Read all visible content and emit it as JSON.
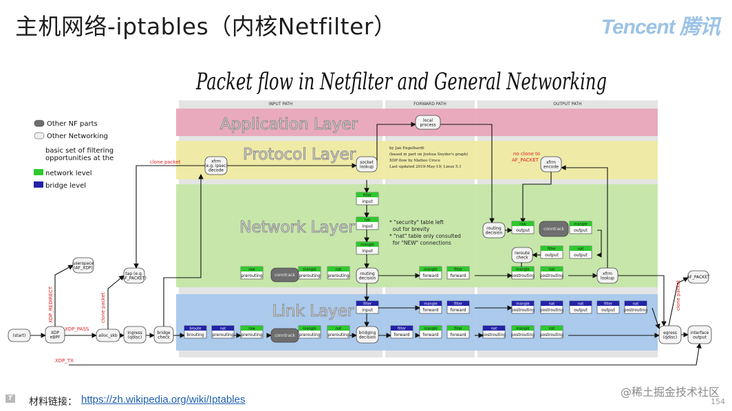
{
  "slide": {
    "title": "主机网络-iptables（内核Netfilter）",
    "brand": "Tencent 腾讯",
    "figure_title": "Packet flow in Netfilter and General Networking",
    "footer_label": "材料链接：",
    "footer_link": "https://zh.wikipedia.org/wiki/Iptables",
    "watermark": "@稀土掘金技术社区",
    "page_number": "154"
  },
  "paths": {
    "input": "INPUT PATH",
    "forward": "FORWARD PATH",
    "output": "OUTPUT PATH"
  },
  "layers": {
    "application": "Application Layer",
    "protocol": "Protocol Layer",
    "network": "Network Layer",
    "link": "Link Layer"
  },
  "legend": {
    "other_nf": "Other NF parts",
    "other_net": "Other Networking",
    "basic1": "basic set of filtering",
    "basic2": "opportunities at the",
    "network": "network level",
    "bridge": "bridge level"
  },
  "credits": [
    "by Jan Engelhardt",
    "(based in part on Joshua Snyder's graph)",
    "XDP flow by Matteo Croce",
    "Last updated 2019-May-19; Linux 5.1"
  ],
  "notes": [
    "* \"security\" table left",
    "  out for brevity",
    "* \"nat\" table only consulted",
    "  for \"NEW\" connections"
  ],
  "side_labels": {
    "xdp_redirect": "XDP_REDIRECT",
    "xdp_pass": "XDP_PASS",
    "xdp_tx": "XDP_TX",
    "clone_packet_left": "clone packet",
    "clone_packet_top": "clone packet",
    "clone_packet_right": "clone packet",
    "no_clone": "no clone to",
    "af_packet": "AF_PACKET"
  },
  "colors": {
    "app_band": "#e9a6ba",
    "proto_band": "#efeaa2",
    "net_band": "#c4e6a6",
    "link_band": "#a8c8ec",
    "green_hdr": "#2fc82f",
    "blue_hdr": "#2323a8",
    "gray_node": "#6e6e6e",
    "red_text": "#e02020"
  },
  "nodes": {
    "start": {
      "l1": "(start)"
    },
    "xdp": {
      "l1": "XDP",
      "l2": "eBPF"
    },
    "alloc_skb": {
      "l1": "alloc_skb"
    },
    "ingress": {
      "l1": "ingress",
      "l2": "(qdisc)"
    },
    "bridge_check": {
      "l1": "bridge",
      "l2": "check"
    },
    "af_xdp": {
      "l1": "userspace",
      "l2": "(AF_XDP)"
    },
    "tap_af_packet": {
      "l1": "tap (e.g.",
      "l2": "AF_PACKET)"
    },
    "xfrm_decode": {
      "l1": "xfrm",
      "l2": "(e.g. ipsec)",
      "l3": "decode"
    },
    "socket_lookup": {
      "l1": "socket",
      "l2": "lookup"
    },
    "local_process": {
      "l1": "local",
      "l2": "process"
    },
    "xfrm_encode": {
      "l1": "xfrm",
      "l2": "encode"
    },
    "routing_decision_out": {
      "l1": "routing",
      "l2": "decision"
    },
    "reroute_check": {
      "l1": "reroute",
      "l2": "check"
    },
    "xfrm_lookup": {
      "l1": "xfrm",
      "l2": "lookup"
    },
    "af_packet_out": {
      "l1": "AF_PACKET"
    },
    "routing_decision_in": {
      "l1": "routing",
      "l2": "decision"
    },
    "bridging_decision": {
      "l1": "bridging",
      "l2": "decision"
    },
    "conntrack_net_in": {
      "l1": "conntrack"
    },
    "conntrack_link_in": {
      "l1": "conntrack"
    },
    "conntrack_out": {
      "l1": "conntrack"
    },
    "egress": {
      "l1": "egress",
      "l2": "(qdisc)"
    },
    "interface_output": {
      "l1": "interface",
      "l2": "output"
    }
  },
  "chains": {
    "filter_input_top": {
      "t": "filter",
      "c": "input"
    },
    "nat_input_net": {
      "t": "nat",
      "c": "input"
    },
    "mangle_input_net": {
      "t": "mangle",
      "c": "input"
    },
    "raw_prerouting_net": {
      "t": "raw",
      "c": "prerouting"
    },
    "mangle_prerouting_net": {
      "t": "mangle",
      "c": "prerouting"
    },
    "nat_prerouting_net": {
      "t": "nat",
      "c": "prerouting"
    },
    "mangle_forward_net": {
      "t": "mangle",
      "c": "forward"
    },
    "filter_forward_net": {
      "t": "filter",
      "c": "forward"
    },
    "raw_output": {
      "t": "raw",
      "c": "output"
    },
    "mangle_output": {
      "t": "mangle",
      "c": "output"
    },
    "filter_output": {
      "t": "filter",
      "c": "output"
    },
    "nat_output": {
      "t": "nat",
      "c": "output"
    },
    "mangle_postrouting_net": {
      "t": "mangle",
      "c": "postrouting"
    },
    "nat_postrouting_net": {
      "t": "nat",
      "c": "postrouting"
    },
    "filter_input_link": {
      "t": "filter",
      "c": "input"
    },
    "mangle_forward_link": {
      "t": "mangle",
      "c": "forward"
    },
    "filter_forward_link": {
      "t": "filter",
      "c": "forward"
    },
    "mangle_postrouting_link": {
      "t": "mangle",
      "c": "postrouting"
    },
    "nat_postrouting_link": {
      "t": "nat",
      "c": "postrouting"
    },
    "nat_output_link": {
      "t": "nat",
      "c": "output"
    },
    "filter_output_link": {
      "t": "filter",
      "c": "output"
    },
    "nat_postrouting_link2": {
      "t": "nat",
      "c": "postrouting"
    },
    "broute_brouting": {
      "t": "broute",
      "c": "brouting"
    },
    "nat_prerouting_br": {
      "t": "nat",
      "c": "prerouting"
    },
    "raw_prerouting_br": {
      "t": "raw",
      "c": "prerouting"
    },
    "mangle_prerouting_br": {
      "t": "mangle",
      "c": "prerouting"
    },
    "nat_prerouting_br2": {
      "t": "nat",
      "c": "prerouting"
    },
    "filter_forward_br": {
      "t": "filter",
      "c": "forward"
    },
    "mangle_forward_br": {
      "t": "mangle",
      "c": "forward"
    },
    "filter_forward_br2": {
      "t": "filter",
      "c": "forward"
    },
    "nat_postrouting_br": {
      "t": "nat",
      "c": "postrouting"
    },
    "mangle_postrouting_br": {
      "t": "mangle",
      "c": "postrouting"
    },
    "nat_postrouting_br2": {
      "t": "nat",
      "c": "postrouting"
    }
  }
}
